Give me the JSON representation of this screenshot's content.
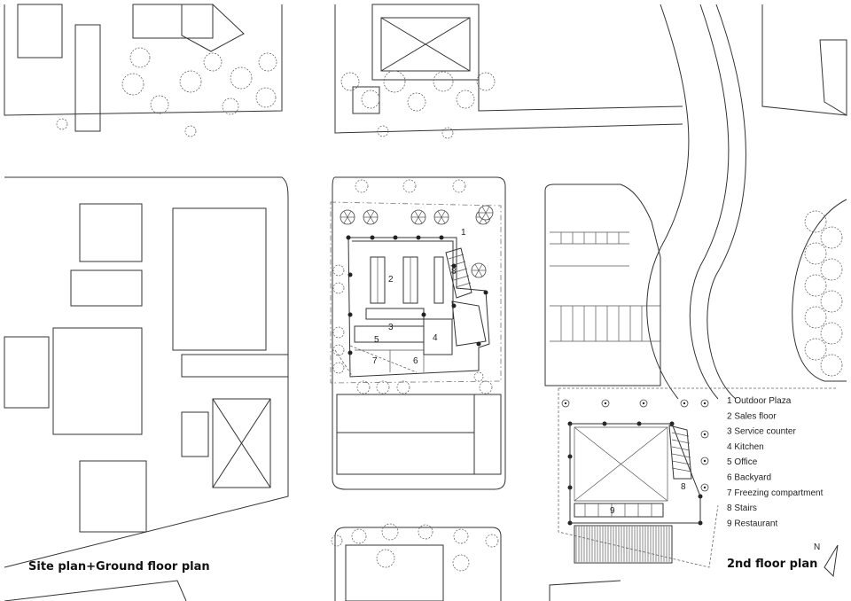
{
  "captions": {
    "site_plan": "Site plan+Ground floor plan",
    "second_floor": "2nd floor plan"
  },
  "legend": [
    {
      "num": "1",
      "label": "Outdoor Plaza"
    },
    {
      "num": "2",
      "label": "Sales floor"
    },
    {
      "num": "3",
      "label": "Service counter"
    },
    {
      "num": "4",
      "label": "Kitchen"
    },
    {
      "num": "5",
      "label": "Office"
    },
    {
      "num": "6",
      "label": "Backyard"
    },
    {
      "num": "7",
      "label": "Freezing compartment"
    },
    {
      "num": "8",
      "label": "Stairs"
    },
    {
      "num": "9",
      "label": "Restaurant"
    }
  ],
  "ground_floor_labels": [
    "1",
    "2",
    "3",
    "4",
    "5",
    "6",
    "7",
    "8"
  ],
  "second_floor_labels": [
    "8",
    "9"
  ],
  "north_label": "N"
}
